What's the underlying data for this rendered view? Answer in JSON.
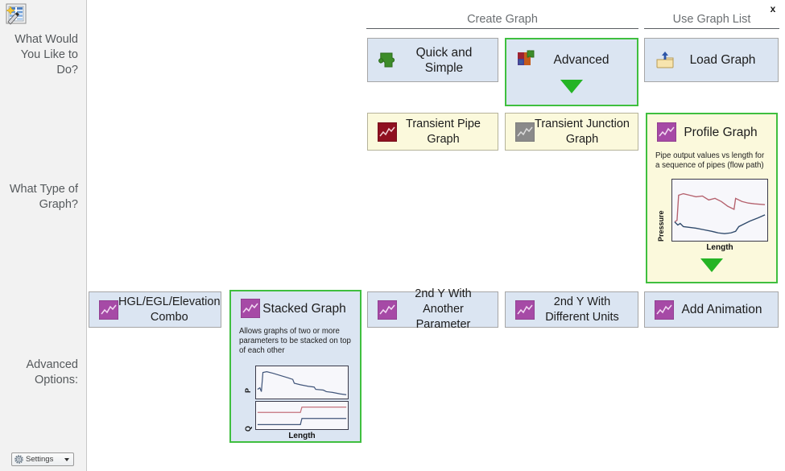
{
  "window": {
    "close_label": "x",
    "wizard_icon": "graph-wizard-icon"
  },
  "sidebar": {
    "labels": [
      "What Would You Like to Do?",
      "What Type of Graph?",
      "Advanced Options:"
    ],
    "settings": {
      "label": "Settings",
      "icon": "gear-icon",
      "caret": "chevron-down-icon"
    }
  },
  "sections": {
    "create_graph": "Create Graph",
    "use_graph_list": "Use Graph List"
  },
  "row_what_to_do": [
    {
      "id": "quick-and-simple",
      "label": "Quick and Simple",
      "icon": "green-puzzle-icon",
      "style": "blue",
      "selected": false
    },
    {
      "id": "advanced",
      "label": "Advanced",
      "icon": "multicolor-puzzle-icon",
      "style": "blue",
      "selected": true,
      "arrow": "green-down-arrow-icon"
    },
    {
      "id": "load-graph",
      "label": "Load Graph",
      "icon": "open-folder-up-arrow-icon",
      "style": "blue",
      "selected": false
    }
  ],
  "row_graph_type": [
    {
      "id": "transient-pipe-graph",
      "label": "Transient Pipe Graph",
      "icon": "red-chart-icon",
      "style": "cream",
      "selected": false
    },
    {
      "id": "transient-junction-graph",
      "label": "Transient Junction Graph",
      "icon": "grey-chart-icon",
      "style": "cream",
      "selected": false
    },
    {
      "id": "profile-graph",
      "label": "Profile Graph",
      "icon": "purple-chart-icon",
      "style": "cream",
      "selected": true,
      "description": "Pipe output values vs length for a sequence of pipes (flow path)",
      "arrow": "green-down-arrow-icon",
      "preview": {
        "ylabel": "Pressure",
        "xlabel": "Length"
      }
    }
  ],
  "row_advanced_options": [
    {
      "id": "hgl-egl-elevation-combo",
      "label": "HGL/EGL/Elevation Combo",
      "icon": "purple-chart-icon",
      "style": "blue",
      "selected": false
    },
    {
      "id": "stacked-graph",
      "label": "Stacked Graph",
      "icon": "purple-chart-icon",
      "style": "blue",
      "selected": true,
      "description": "Allows graphs of two or more parameters to be stacked on top of each other",
      "preview": {
        "ylabel_top": "P",
        "ylabel_bottom": "Q",
        "xlabel": "Length"
      }
    },
    {
      "id": "2nd-y-with-another-parameter",
      "label": "2nd Y With Another Parameter",
      "icon": "purple-chart-icon",
      "style": "blue",
      "selected": false
    },
    {
      "id": "2nd-y-with-different-units",
      "label": "2nd Y With Different Units",
      "icon": "purple-chart-icon",
      "style": "blue",
      "selected": false
    },
    {
      "id": "add-animation",
      "label": "Add Animation",
      "icon": "purple-chart-icon",
      "style": "blue",
      "selected": false
    }
  ],
  "colors": {
    "selection_border": "#3fbf3f",
    "tile_blue": "#dbe5f2",
    "tile_cream": "#fbf9dc",
    "sidebar_bg": "#f2f2f2",
    "icon_purple": "#a64aa6",
    "icon_red": "#8f1020",
    "icon_grey": "#8a8a8a"
  }
}
